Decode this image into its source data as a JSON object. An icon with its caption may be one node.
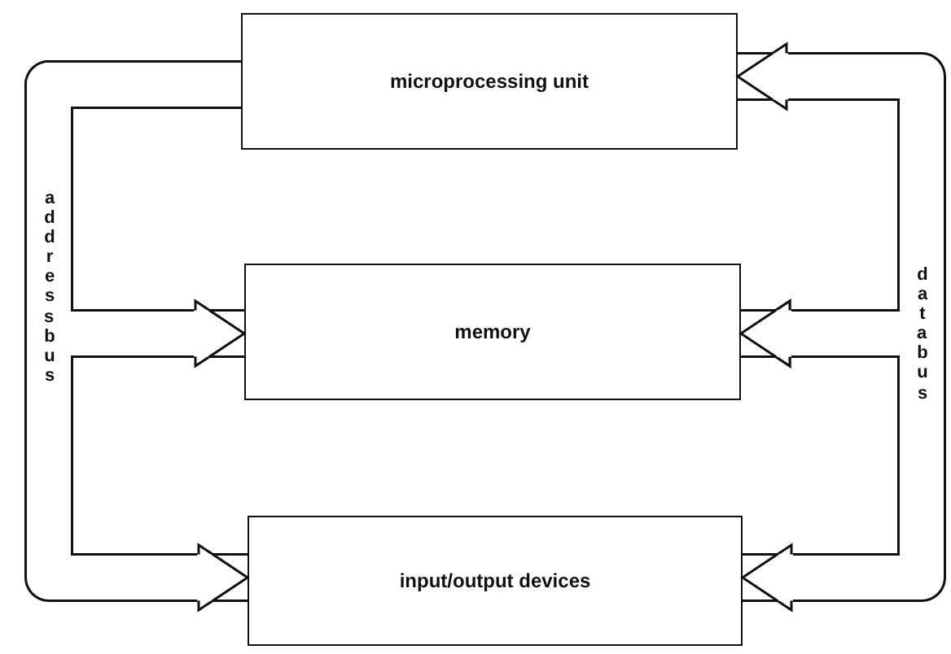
{
  "diagram": {
    "nodes": [
      {
        "text": [
          "microprocessing unit"
        ]
      },
      {
        "text": [
          "memory"
        ]
      },
      {
        "text": [
          "input/output devices"
        ]
      }
    ],
    "edges": [
      {
        "from": 0,
        "to": 1,
        "arrow": "to"
      },
      {
        "from": 0,
        "to": 2,
        "arrow": "to"
      },
      {
        "from": 1,
        "to": 0,
        "arrow": "both"
      },
      {
        "from": 1,
        "to": 2,
        "arrow": "both"
      }
    ],
    "labels": [
      "address bus",
      "data bus"
    ]
  }
}
